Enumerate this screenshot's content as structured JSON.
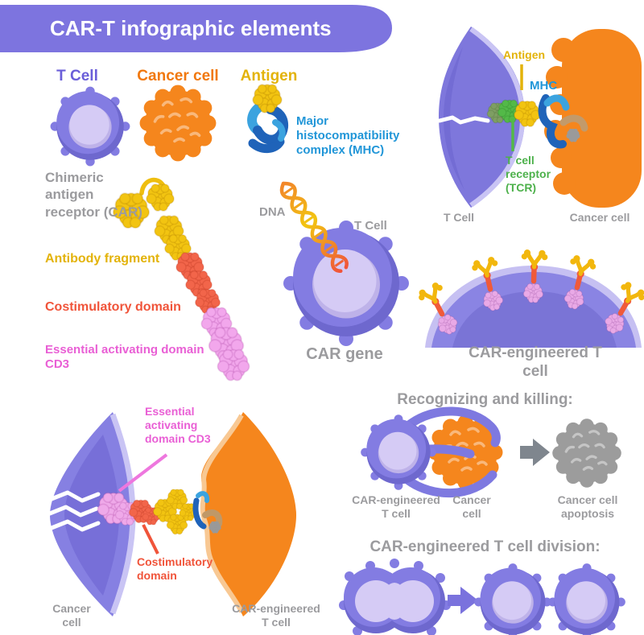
{
  "title": "CAR-T infographic elements",
  "colors": {
    "banner_purple": "#7D74DF",
    "cell_purple": "#837CE2",
    "cell_purple_dark": "#6E68CE",
    "nucleus_lavender": "#D5CBF5",
    "cancer_orange": "#F5861D",
    "antigen_yellow": "#F2C411",
    "mhc_blue_dark": "#1F63B9",
    "mhc_blue_light": "#3BA3DF",
    "tcr_green": "#53B948",
    "costim_red": "#F2654A",
    "cd3_pink": "#F2A7EC",
    "label_gray": "#9B9B9E",
    "apoptosis_gray": "#9C9C9C"
  },
  "legend": {
    "t_cell": "T Cell",
    "cancer_cell": "Cancer cell",
    "antigen": "Antigen",
    "mhc": "Major histocompatibility complex (MHC)"
  },
  "tcr_panel": {
    "antigen": "Antigen",
    "mhc": "MHC",
    "tcr": "T cell receptor (TCR)",
    "t_cell": "T Cell",
    "cancer_cell": "Cancer cell"
  },
  "car": {
    "title": "Chimeric antigen receptor (CAR)",
    "antibody_fragment": "Antibody fragment",
    "costimulatory_domain": "Costimulatory domain",
    "cd3": "Essential activating domain CD3"
  },
  "car_gene": {
    "dna": "DNA",
    "t_cell": "T Cell",
    "caption": "CAR gene"
  },
  "engineered": {
    "caption": "CAR-engineered T cell"
  },
  "binding_panel": {
    "cd3": "Essential activating domain CD3",
    "costimulatory_domain": "Costimulatory domain",
    "cancer_cell": "Cancer cell",
    "car_t": "CAR-engineered T cell"
  },
  "killing": {
    "title": "Recognizing and killing:",
    "car_t": "CAR-engineered T cell",
    "cancer_cell": "Cancer cell",
    "apoptosis": "Cancer cell apoptosis",
    "arrow_icon": "arrow-right-icon"
  },
  "division": {
    "title": "CAR-engineered T cell division:",
    "arrow_icon": "arrow-right-icon"
  }
}
